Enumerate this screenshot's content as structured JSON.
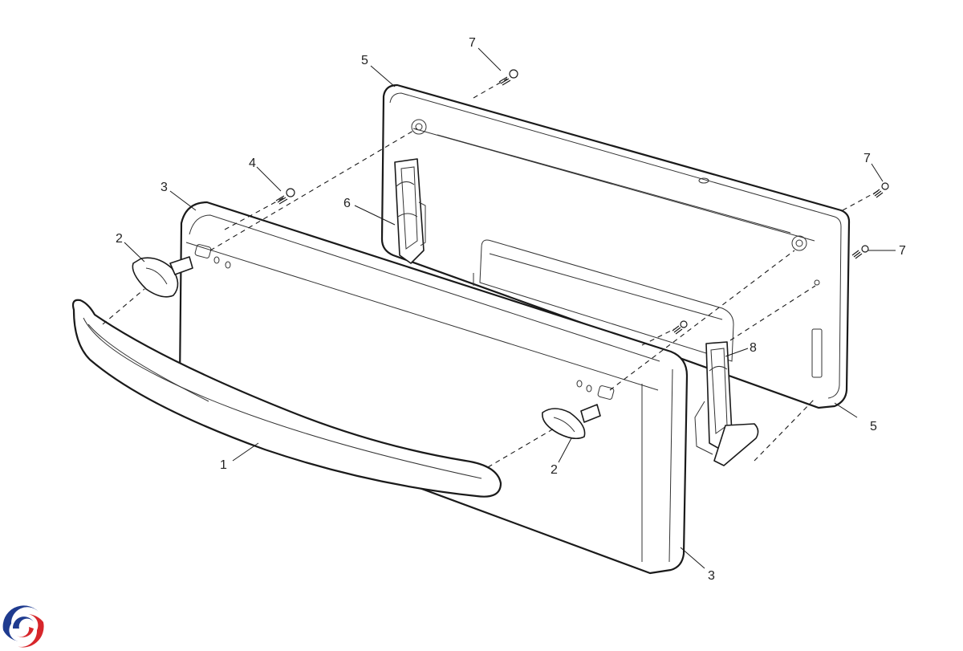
{
  "diagram": {
    "callouts": {
      "c1": "1",
      "c2a": "2",
      "c2b": "2",
      "c3a": "3",
      "c3b": "3",
      "c4": "4",
      "c5a": "5",
      "c5b": "5",
      "c6": "6",
      "c7a": "7",
      "c7b": "7",
      "c7c": "7",
      "c8": "8"
    },
    "logo": {
      "icon": "brand-swirl-logo",
      "colors": [
        "#1f3b8f",
        "#d7262b"
      ]
    }
  }
}
